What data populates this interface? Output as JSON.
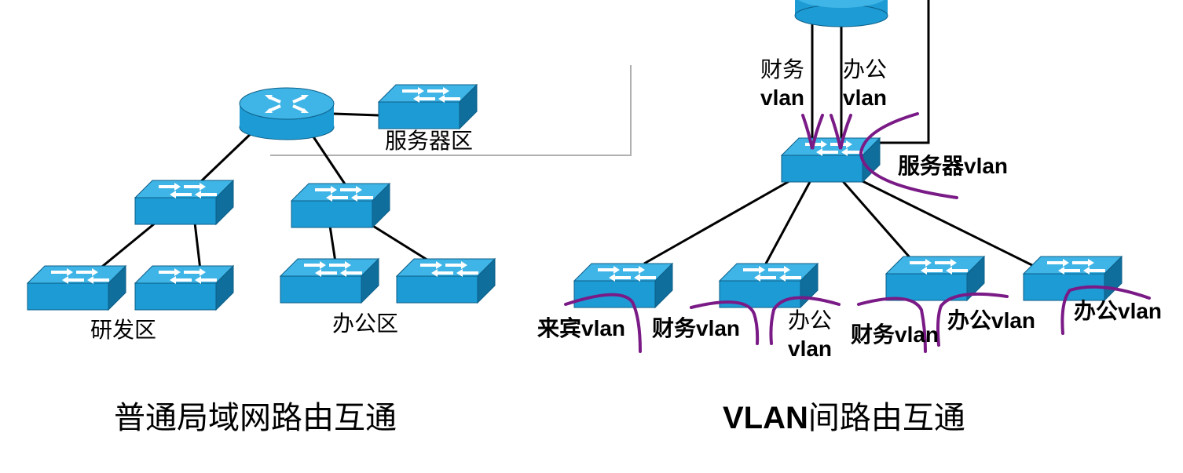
{
  "left": {
    "server_zone": "服务器区",
    "rd_zone": "研发区",
    "office_zone": "办公区",
    "caption": "普通局域网路由互通"
  },
  "right": {
    "up_finance_cn": "财务",
    "up_finance_vlan": "vlan",
    "up_office_cn": "办公",
    "up_office_vlan": "vlan",
    "server_vlan": "服务器vlan",
    "guest_vlan": "来宾vlan",
    "finance_vlan_1": "财务vlan",
    "office_cn_2": "办公",
    "office_vlan_2": "vlan",
    "finance_vlan_3": "财务vlan",
    "office_vlan_3": "办公vlan",
    "office_vlan_4": "办公vlan",
    "caption_prefix": "VLAN",
    "caption_suffix": "间路由互通"
  },
  "colors": {
    "device_top": "#3fb4e6",
    "device_front": "#1d9bd4",
    "device_side": "#0f6e9c",
    "link": "#000000",
    "vlan_curve": "#7a1a86"
  },
  "icons": [
    "router-icon",
    "switch-icon"
  ]
}
